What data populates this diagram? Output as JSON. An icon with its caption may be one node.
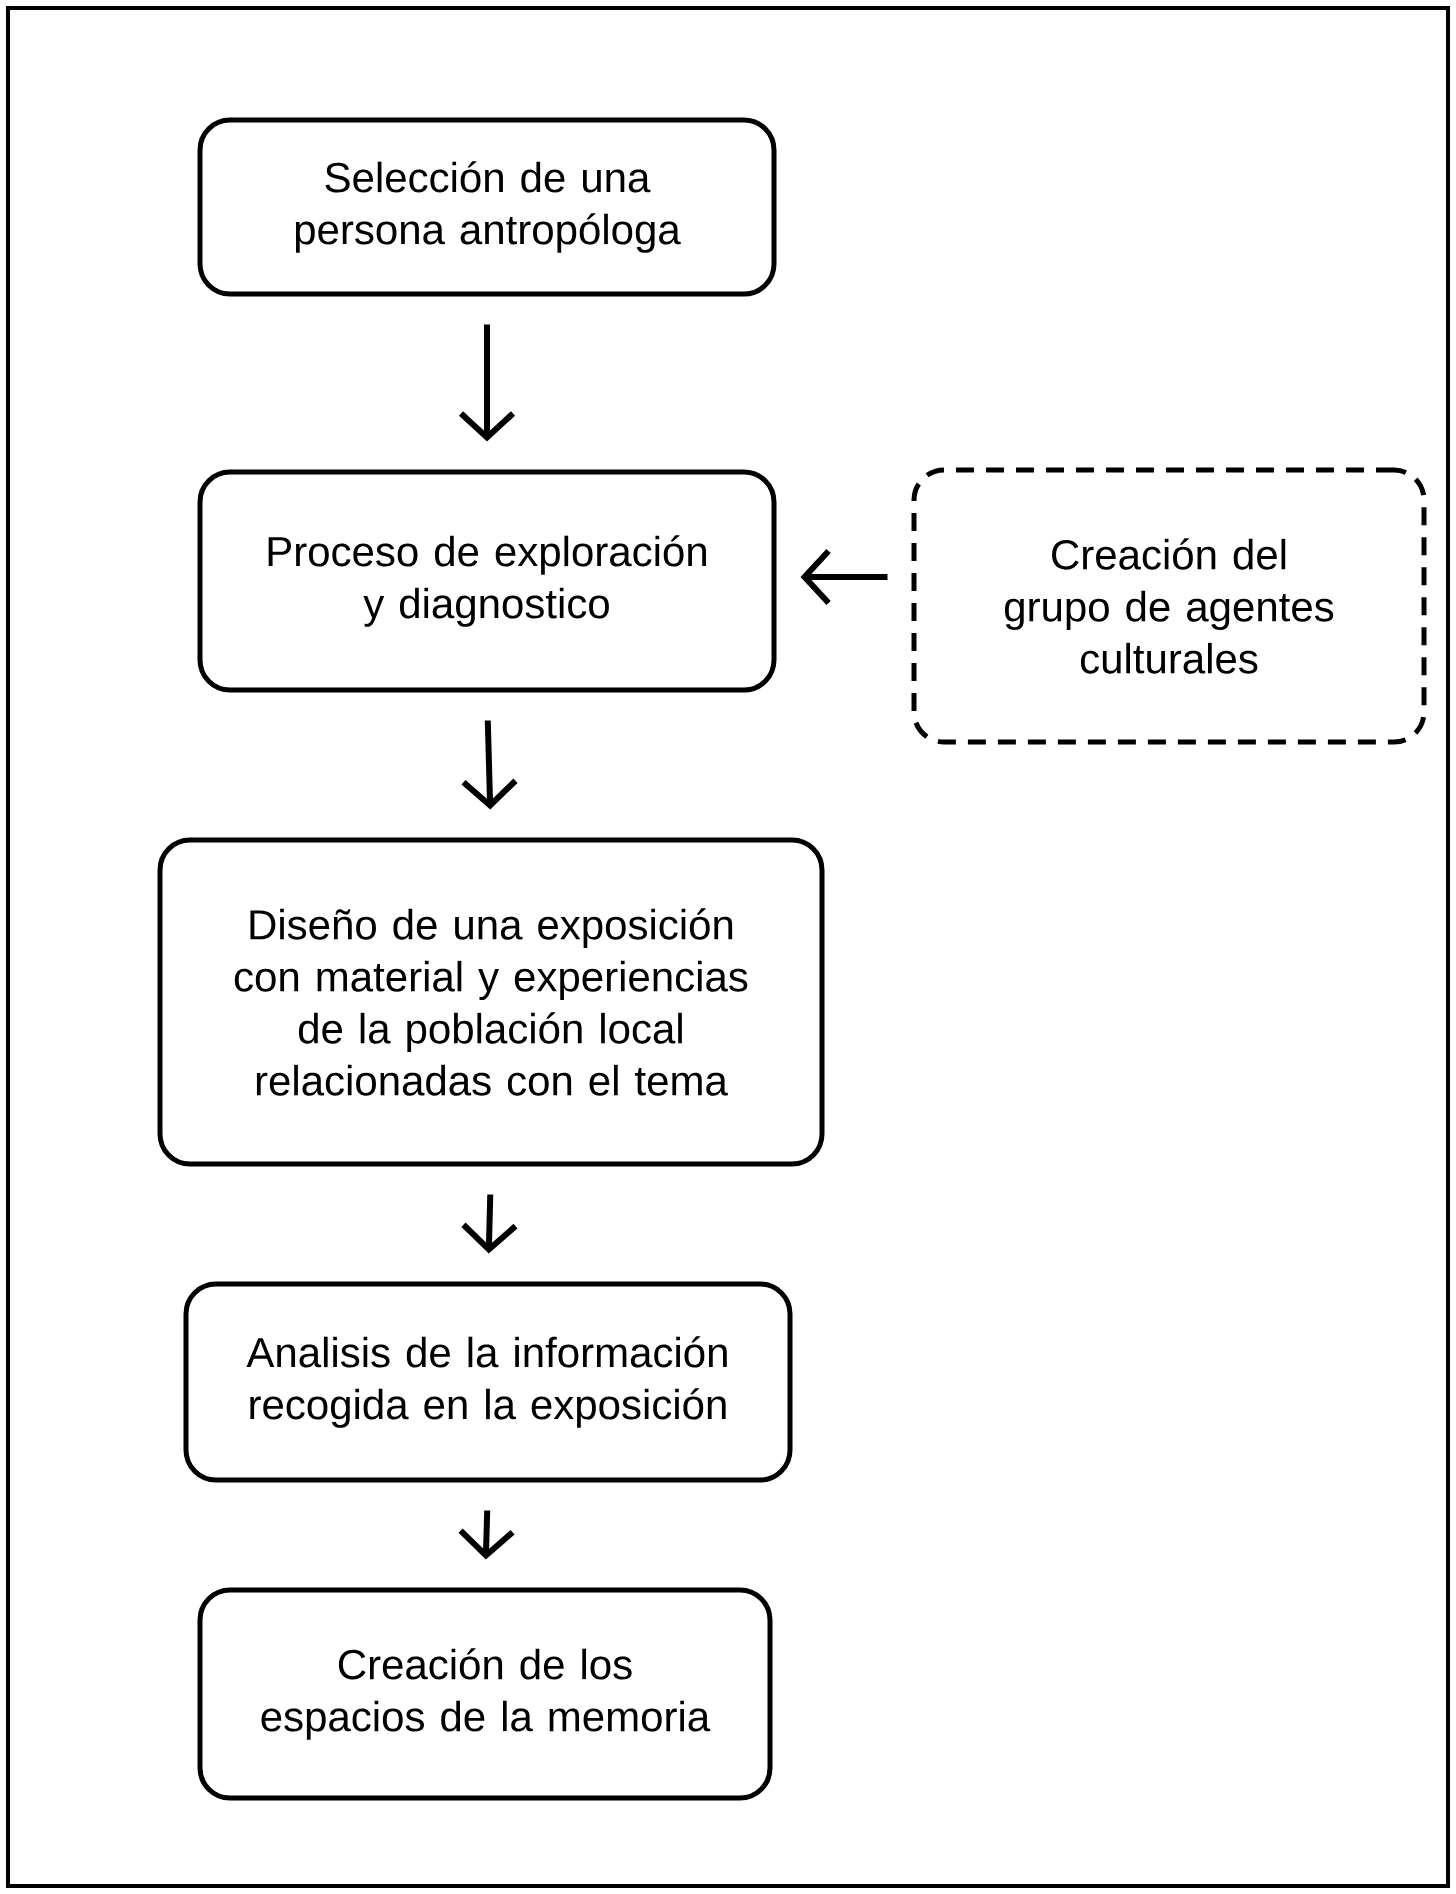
{
  "diagram": {
    "nodes": [
      {
        "text": [
          "Selección de una persona antropóloga"
        ]
      },
      {
        "text": [
          "Proceso de exploración y diagnostico"
        ]
      },
      {
        "text": [
          "Creación del grupo de agentes culturales"
        ]
      },
      {
        "text": [
          "Diseño de una exposición con material y experiencias de la población local relacionadas con el tema"
        ]
      },
      {
        "text": [
          "Analisis de la información recogida en la exposición"
        ]
      },
      {
        "text": [
          "Creación de los espacios de la memoria"
        ]
      }
    ],
    "edges": [
      {
        "from": 0,
        "to": 1,
        "arrow": "to"
      },
      {
        "from": 2,
        "to": 1,
        "arrow": "to"
      },
      {
        "from": 1,
        "to": 3,
        "arrow": "to"
      },
      {
        "from": 3,
        "to": 4,
        "arrow": "to"
      },
      {
        "from": 4,
        "to": 5,
        "arrow": "to"
      }
    ]
  }
}
